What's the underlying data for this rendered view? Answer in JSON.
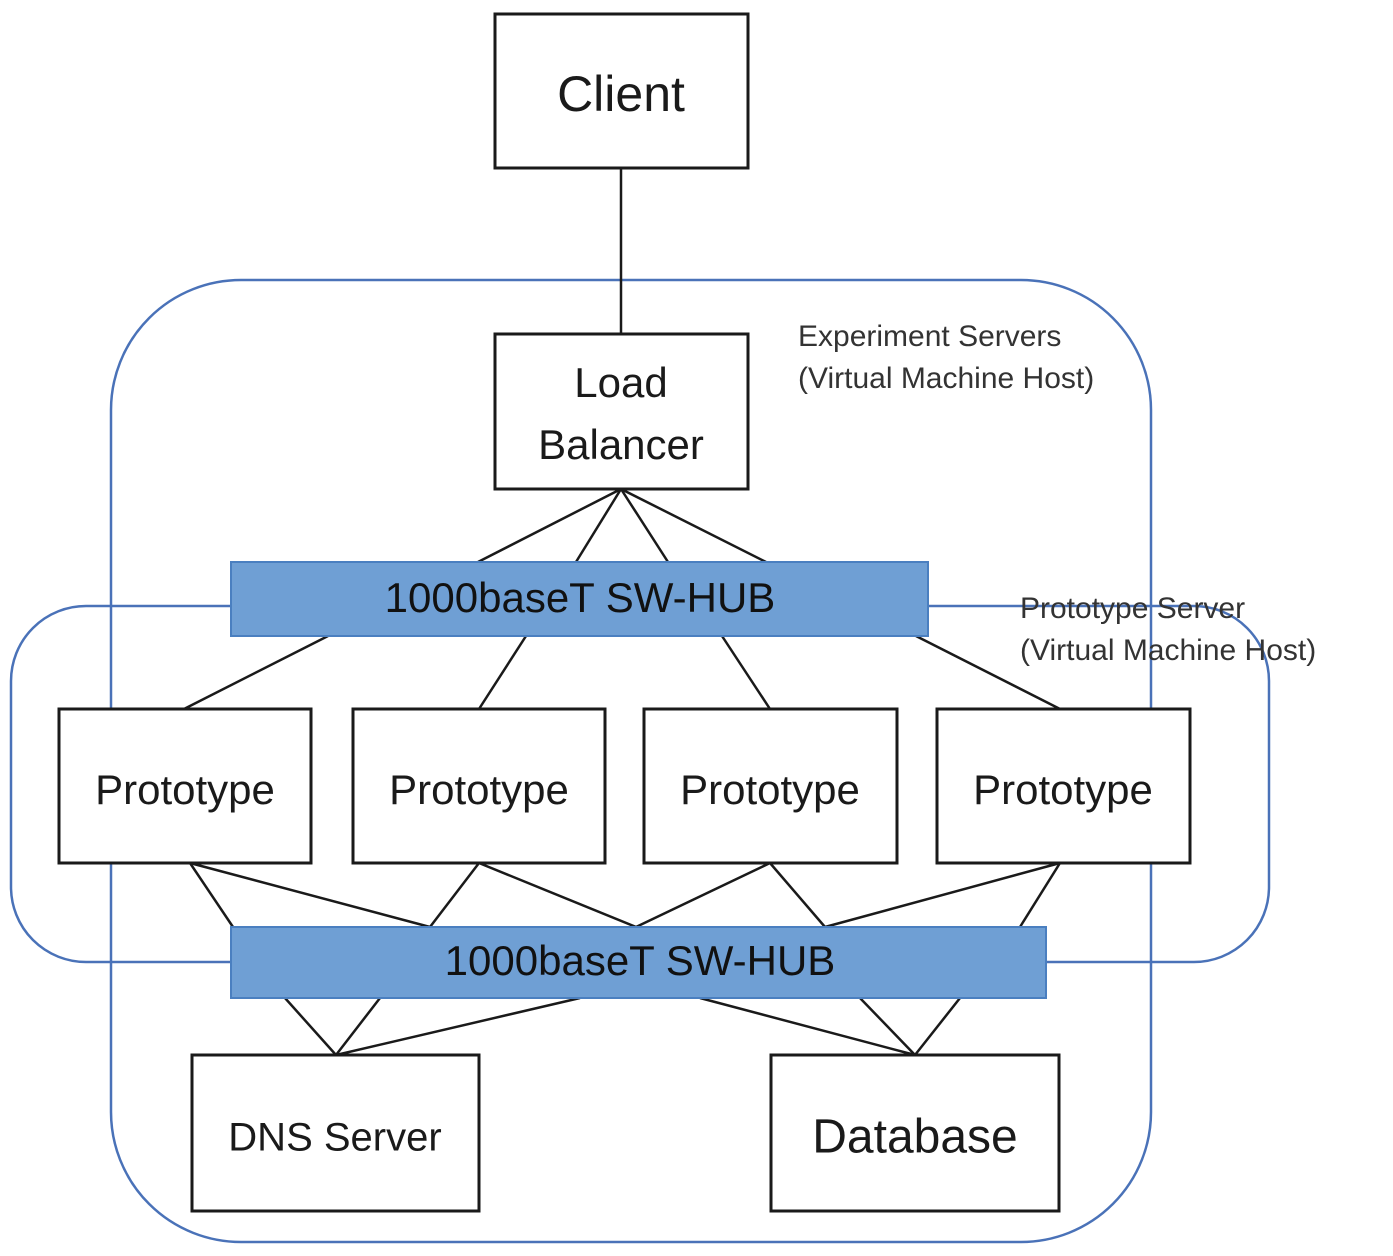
{
  "groups": {
    "experiment": {
      "line1": "Experiment Servers",
      "line2": "(Virtual Machine Host)",
      "color": "#4a72b8"
    },
    "prototype": {
      "line1": "Prototype Server",
      "line2": "(Virtual Machine Host)",
      "color": "#4a72b8"
    }
  },
  "nodes": {
    "client": "Client",
    "load_balancer": {
      "line1": "Load",
      "line2": "Balancer"
    },
    "prototype_1": "Prototype",
    "prototype_2": "Prototype",
    "prototype_3": "Prototype",
    "prototype_4": "Prototype",
    "dns_server": "DNS Server",
    "database": "Database"
  },
  "hubs": {
    "upper": {
      "label": "1000baseT SW-HUB",
      "color": "#6f9fd4"
    },
    "lower": {
      "label": "1000baseT SW-HUB",
      "color": "#6f9fd4"
    }
  }
}
